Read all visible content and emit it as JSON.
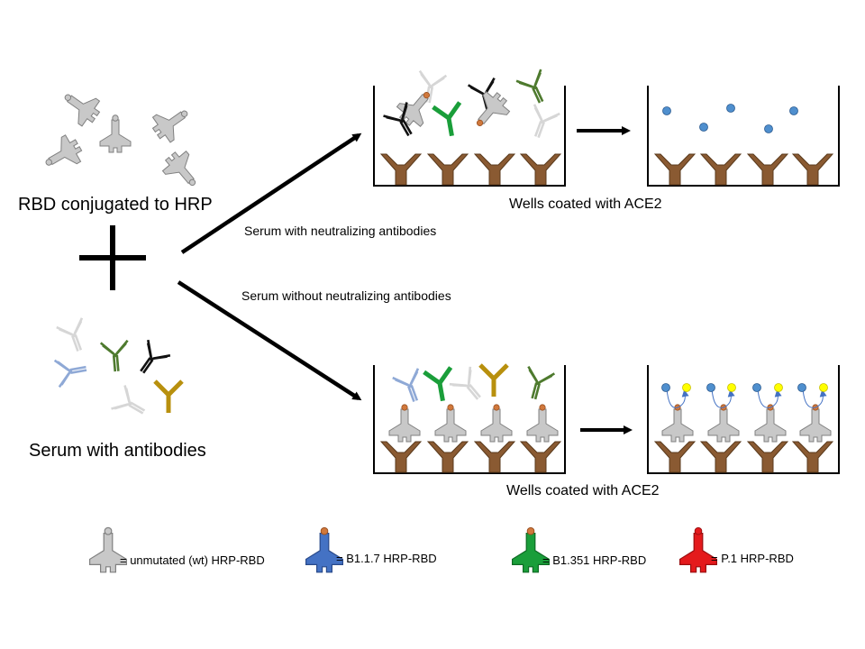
{
  "labels": {
    "rbd_conjugated": "RBD conjugated to HRP",
    "serum_antibodies": "Serum with antibodies",
    "with_neutralizing": "Serum with neutralizing antibodies",
    "without_neutralizing": "Serum without neutralizing antibodies",
    "wells_top": "Wells coated with ACE2",
    "wells_bottom": "Wells coated with ACE2"
  },
  "legend": [
    {
      "label": "= unmutated (wt) HRP-RBD",
      "color": "#c8c8c8"
    },
    {
      "label": "= B1.1.7 HRP-RBD",
      "color": "#4472c4"
    },
    {
      "label": "= B1.351 HRP-RBD",
      "color": "#1a9e3a"
    },
    {
      "label": "= P.1 HRP-RBD",
      "color": "#e41a1c"
    }
  ],
  "colors": {
    "ace2": "#8a5a32",
    "rbd_gray": "#c8c8c8",
    "hrp_dot": "#d0783c",
    "substrate_blue": "#4f8fce",
    "product_yellow": "#ffff00",
    "ab_gray": "#d6d6d6",
    "ab_blue": "#8fa9d6",
    "ab_green_dark": "#4e7a2e",
    "ab_green_bright": "#1a9e3a",
    "ab_gold": "#b8900e",
    "ab_black": "#111111"
  }
}
